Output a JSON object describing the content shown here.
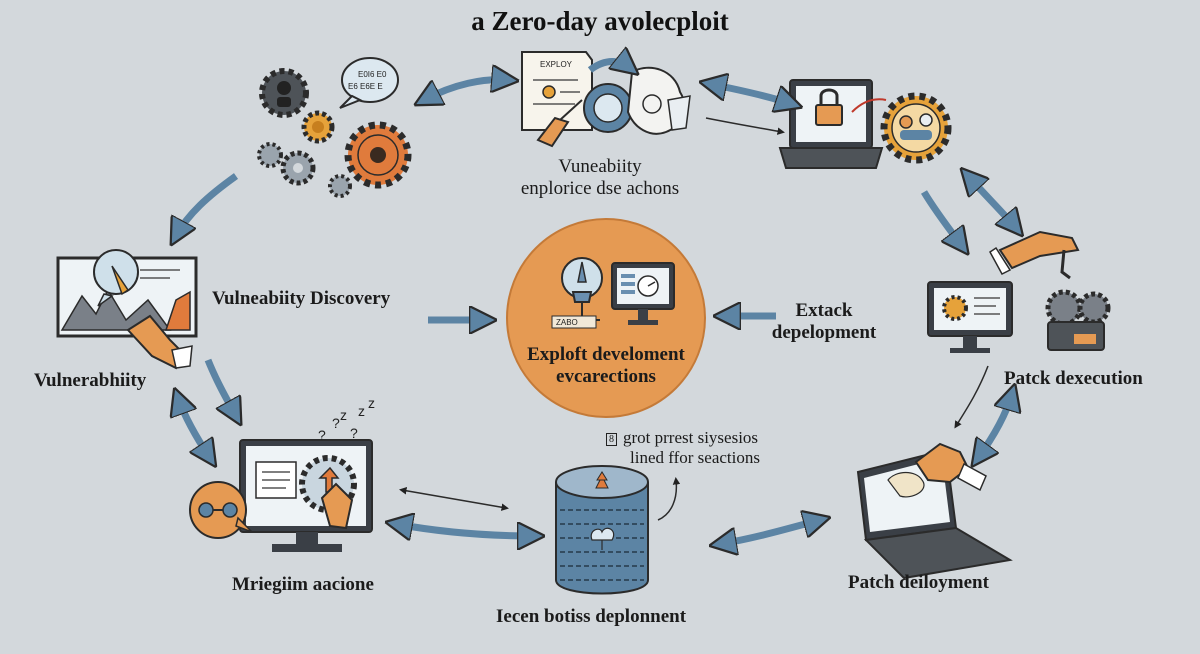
{
  "title": "a  Zero-day avolecploit",
  "icon_badge_text": [
    "E0I6 E0",
    "E6 E6E E"
  ],
  "paper_heading": "EXPLOY",
  "center_badge_text": "ZABO",
  "labels": {
    "top_center": [
      "Vuneabiity",
      "enplorice dse achons"
    ],
    "left_discovery": "Vulneabiity Discovery",
    "left_vuln": "Vulnerabhiity",
    "center_circle": [
      "Exploft develoment",
      "evcarections"
    ],
    "right_exploit": [
      "Extack",
      "depelopment"
    ],
    "right_patch_exec": "Patck dexecution",
    "note_marker": "8",
    "note": [
      "grot prrest siysesios",
      "lined ffor seactions"
    ],
    "bottom_left": "Mriegiim aacione",
    "bottom_center": "Iecen botiss deplonnent",
    "bottom_right": "Patch deiloyment"
  },
  "colors": {
    "background": "#d3d8dc",
    "orange": "#e59a53",
    "arrow_blue": "#5c84a4",
    "outline": "#2b2b2b"
  }
}
